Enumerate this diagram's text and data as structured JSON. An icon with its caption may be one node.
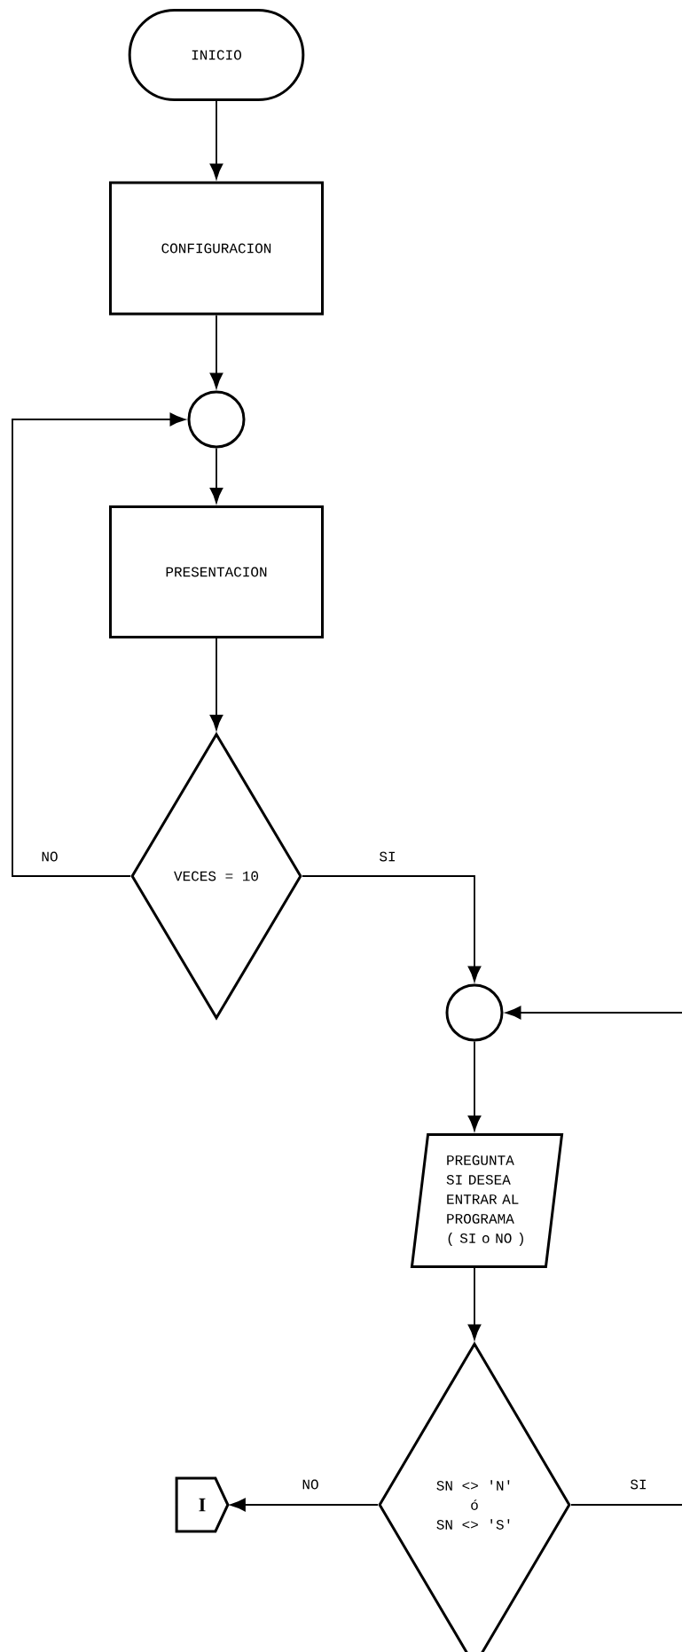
{
  "diagram": {
    "nodes": [
      {
        "text": [
          "INICIO"
        ]
      },
      {
        "text": [
          "CONFIGURACION"
        ]
      },
      {
        "text": [],
        "shape": "circle"
      },
      {
        "text": [
          "PRESENTACION"
        ]
      },
      {
        "text": [
          "VECES = 10"
        ]
      },
      {
        "text": [],
        "shape": "circle"
      },
      {
        "text": [
          "PREGUNTA SI DESEA ENTRAR AL PROGRAMA ( SI o NO )"
        ]
      },
      {
        "text": [
          "SN <> 'N'",
          "ó",
          "SN <> 'S'"
        ]
      },
      {
        "text": [
          "I"
        ]
      }
    ],
    "edges": [
      {
        "from": 0,
        "to": 1,
        "arrow": "to"
      },
      {
        "from": 1,
        "to": 2,
        "arrow": "to"
      },
      {
        "from": 2,
        "to": 3,
        "arrow": "to"
      },
      {
        "from": 3,
        "to": 4,
        "arrow": "to"
      },
      {
        "from": 4,
        "to": 2,
        "arrow": "to",
        "label": "NO"
      },
      {
        "from": 4,
        "to": 5,
        "arrow": "to",
        "label": "SI"
      },
      {
        "from": null,
        "to": 5,
        "arrow": "to"
      },
      {
        "from": 5,
        "to": 6,
        "arrow": "to"
      },
      {
        "from": 6,
        "to": 7,
        "arrow": "to"
      },
      {
        "from": 7,
        "to": 8,
        "arrow": "to",
        "label": "NO"
      },
      {
        "from": 7,
        "to": null,
        "arrow": "none",
        "label": "SI"
      }
    ]
  }
}
